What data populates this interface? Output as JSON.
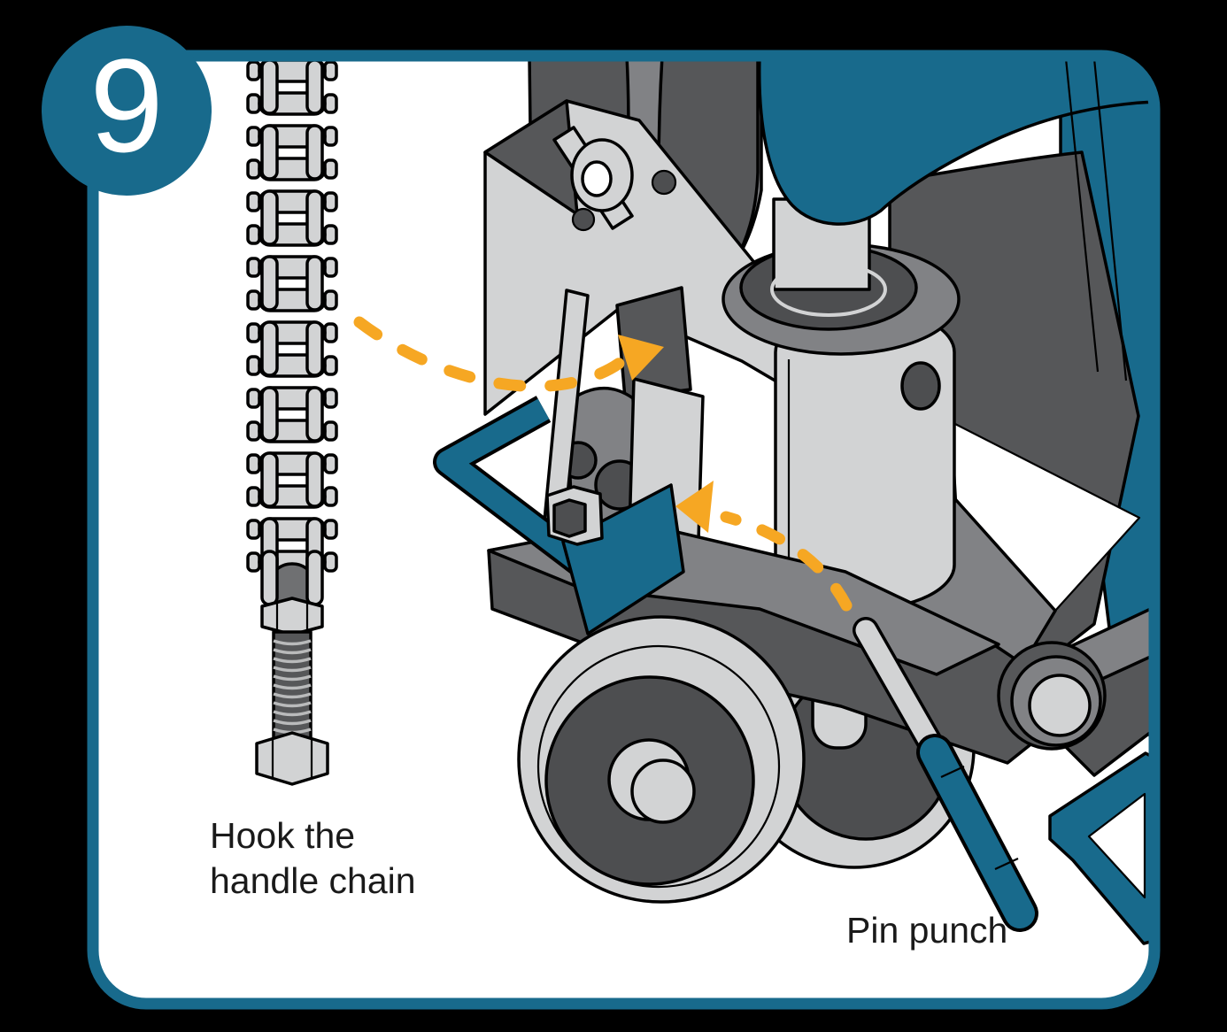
{
  "step": {
    "number": "9"
  },
  "labels": {
    "hook": "Hook the handle chain",
    "pin_punch": "Pin punch"
  },
  "colors": {
    "background": "#000000",
    "panel": "#ffffff",
    "teal": "#186a8c",
    "orange": "#f6a723",
    "light": "#d2d3d4",
    "medium": "#818285",
    "dark": "#565759",
    "wheel": "#4d4e50",
    "ball": "#6f7072",
    "outline": "#000000",
    "text": "#1a1a1a"
  },
  "illustration": {
    "scene": "Pallet jack pump assembly - step 9: hook the handle chain, using a pin punch",
    "parts": [
      "handle chain",
      "chain anchor bolt",
      "handle yoke",
      "handle socket",
      "pump bracket",
      "wing toggle",
      "clevis bolt",
      "hydraulic cylinder",
      "base lever",
      "steer wheels",
      "frame upright",
      "pin punch"
    ],
    "arrows": [
      "chain path into bracket slot",
      "pin punch target hole"
    ]
  }
}
